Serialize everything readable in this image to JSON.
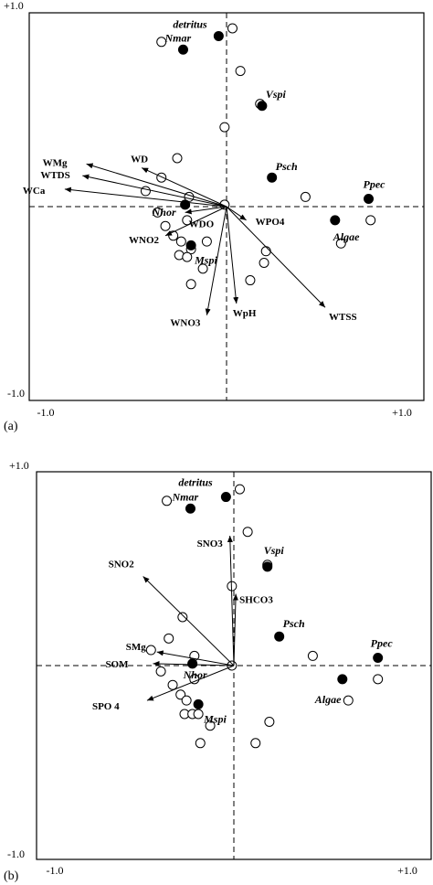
{
  "chart_data": [
    {
      "panel_label": "(a)",
      "type": "scatter",
      "xlim": [
        -1.0,
        1.0
      ],
      "ylim": [
        -1.0,
        1.0
      ],
      "tick_labels": {
        "x_min": "-1.0",
        "x_max": "+1.0",
        "y_min": "-1.0",
        "y_max": "+1.0"
      },
      "species": [
        {
          "name": "detritus",
          "x": -0.04,
          "y": 0.88
        },
        {
          "name": "Nmar",
          "x": -0.22,
          "y": 0.81
        },
        {
          "name": "Vspi",
          "x": 0.18,
          "y": 0.52
        },
        {
          "name": "Psch",
          "x": 0.23,
          "y": 0.15
        },
        {
          "name": "Ppec",
          "x": 0.72,
          "y": 0.04
        },
        {
          "name": "Nhor",
          "x": -0.21,
          "y": 0.01
        },
        {
          "name": "Algae",
          "x": 0.55,
          "y": -0.07
        },
        {
          "name": "Mspi",
          "x": -0.18,
          "y": -0.2
        }
      ],
      "samples": [
        {
          "x": 0.03,
          "y": 0.92
        },
        {
          "x": -0.33,
          "y": 0.85
        },
        {
          "x": 0.07,
          "y": 0.7
        },
        {
          "x": 0.17,
          "y": 0.53
        },
        {
          "x": -0.01,
          "y": 0.41
        },
        {
          "x": -0.25,
          "y": 0.25
        },
        {
          "x": -0.33,
          "y": 0.15
        },
        {
          "x": -0.41,
          "y": 0.08
        },
        {
          "x": -0.19,
          "y": 0.05
        },
        {
          "x": -0.01,
          "y": 0.01
        },
        {
          "x": 0.4,
          "y": 0.05
        },
        {
          "x": -0.2,
          "y": -0.07
        },
        {
          "x": -0.35,
          "y": -0.03
        },
        {
          "x": -0.31,
          "y": -0.1
        },
        {
          "x": -0.27,
          "y": -0.15
        },
        {
          "x": -0.23,
          "y": -0.18
        },
        {
          "x": -0.24,
          "y": -0.25
        },
        {
          "x": -0.18,
          "y": -0.22
        },
        {
          "x": -0.2,
          "y": -0.26
        },
        {
          "x": -0.1,
          "y": -0.18
        },
        {
          "x": -0.12,
          "y": -0.32
        },
        {
          "x": 0.2,
          "y": -0.23
        },
        {
          "x": 0.19,
          "y": -0.29
        },
        {
          "x": -0.18,
          "y": -0.4
        },
        {
          "x": 0.12,
          "y": -0.38
        },
        {
          "x": 0.58,
          "y": -0.19
        },
        {
          "x": 0.73,
          "y": -0.07
        }
      ],
      "vectors": [
        {
          "name": "WMg",
          "x": -0.71,
          "y": 0.22
        },
        {
          "name": "WTDS",
          "x": -0.73,
          "y": 0.16
        },
        {
          "name": "WCa",
          "x": -0.82,
          "y": 0.09
        },
        {
          "name": "WD",
          "x": -0.43,
          "y": 0.2
        },
        {
          "name": "WDO",
          "x": -0.21,
          "y": -0.03
        },
        {
          "name": "WPO4",
          "x": 0.1,
          "y": -0.07
        },
        {
          "name": "WNO2",
          "x": -0.31,
          "y": -0.15
        },
        {
          "name": "WNO3",
          "x": -0.1,
          "y": -0.56
        },
        {
          "name": "WpH",
          "x": 0.05,
          "y": -0.5
        },
        {
          "name": "WTSS",
          "x": 0.5,
          "y": -0.52
        }
      ]
    },
    {
      "panel_label": "(b)",
      "type": "scatter",
      "xlim": [
        -1.0,
        1.0
      ],
      "ylim": [
        -1.0,
        1.0
      ],
      "tick_labels": {
        "x_min": "-1.0",
        "x_max": "+1.0",
        "y_min": "-1.0",
        "y_max": "+1.0"
      },
      "species": [
        {
          "name": "detritus",
          "x": -0.04,
          "y": 0.87
        },
        {
          "name": "Nmar",
          "x": -0.22,
          "y": 0.81
        },
        {
          "name": "Vspi",
          "x": 0.17,
          "y": 0.51
        },
        {
          "name": "Psch",
          "x": 0.23,
          "y": 0.15
        },
        {
          "name": "Ppec",
          "x": 0.73,
          "y": 0.04
        },
        {
          "name": "Nhor",
          "x": -0.21,
          "y": 0.01
        },
        {
          "name": "Algae",
          "x": 0.55,
          "y": -0.07
        },
        {
          "name": "Mspi",
          "x": -0.18,
          "y": -0.2
        }
      ],
      "samples": [
        {
          "x": 0.03,
          "y": 0.91
        },
        {
          "x": -0.34,
          "y": 0.85
        },
        {
          "x": 0.07,
          "y": 0.69
        },
        {
          "x": 0.17,
          "y": 0.52
        },
        {
          "x": -0.01,
          "y": 0.41
        },
        {
          "x": -0.26,
          "y": 0.25
        },
        {
          "x": -0.33,
          "y": 0.14
        },
        {
          "x": -0.42,
          "y": 0.08
        },
        {
          "x": -0.2,
          "y": 0.05
        },
        {
          "x": -0.01,
          "y": 0.0
        },
        {
          "x": 0.4,
          "y": 0.05
        },
        {
          "x": -0.2,
          "y": -0.07
        },
        {
          "x": -0.37,
          "y": -0.03
        },
        {
          "x": -0.31,
          "y": -0.1
        },
        {
          "x": -0.27,
          "y": -0.15
        },
        {
          "x": -0.24,
          "y": -0.18
        },
        {
          "x": -0.25,
          "y": -0.25
        },
        {
          "x": -0.21,
          "y": -0.25
        },
        {
          "x": -0.18,
          "y": -0.25
        },
        {
          "x": -0.12,
          "y": -0.31
        },
        {
          "x": -0.17,
          "y": -0.4
        },
        {
          "x": 0.18,
          "y": -0.29
        },
        {
          "x": 0.11,
          "y": -0.4
        },
        {
          "x": 0.58,
          "y": -0.18
        },
        {
          "x": 0.73,
          "y": -0.07
        }
      ],
      "vectors": [
        {
          "name": "SNO3",
          "x": -0.02,
          "y": 0.67
        },
        {
          "name": "SNO2",
          "x": -0.46,
          "y": 0.46
        },
        {
          "name": "SHCO3",
          "x": 0.01,
          "y": 0.37
        },
        {
          "name": "SMg",
          "x": -0.39,
          "y": 0.07
        },
        {
          "name": "SOM",
          "x": -0.41,
          "y": 0.01
        },
        {
          "name": "SPO 4",
          "x": -0.44,
          "y": -0.18
        }
      ]
    }
  ]
}
